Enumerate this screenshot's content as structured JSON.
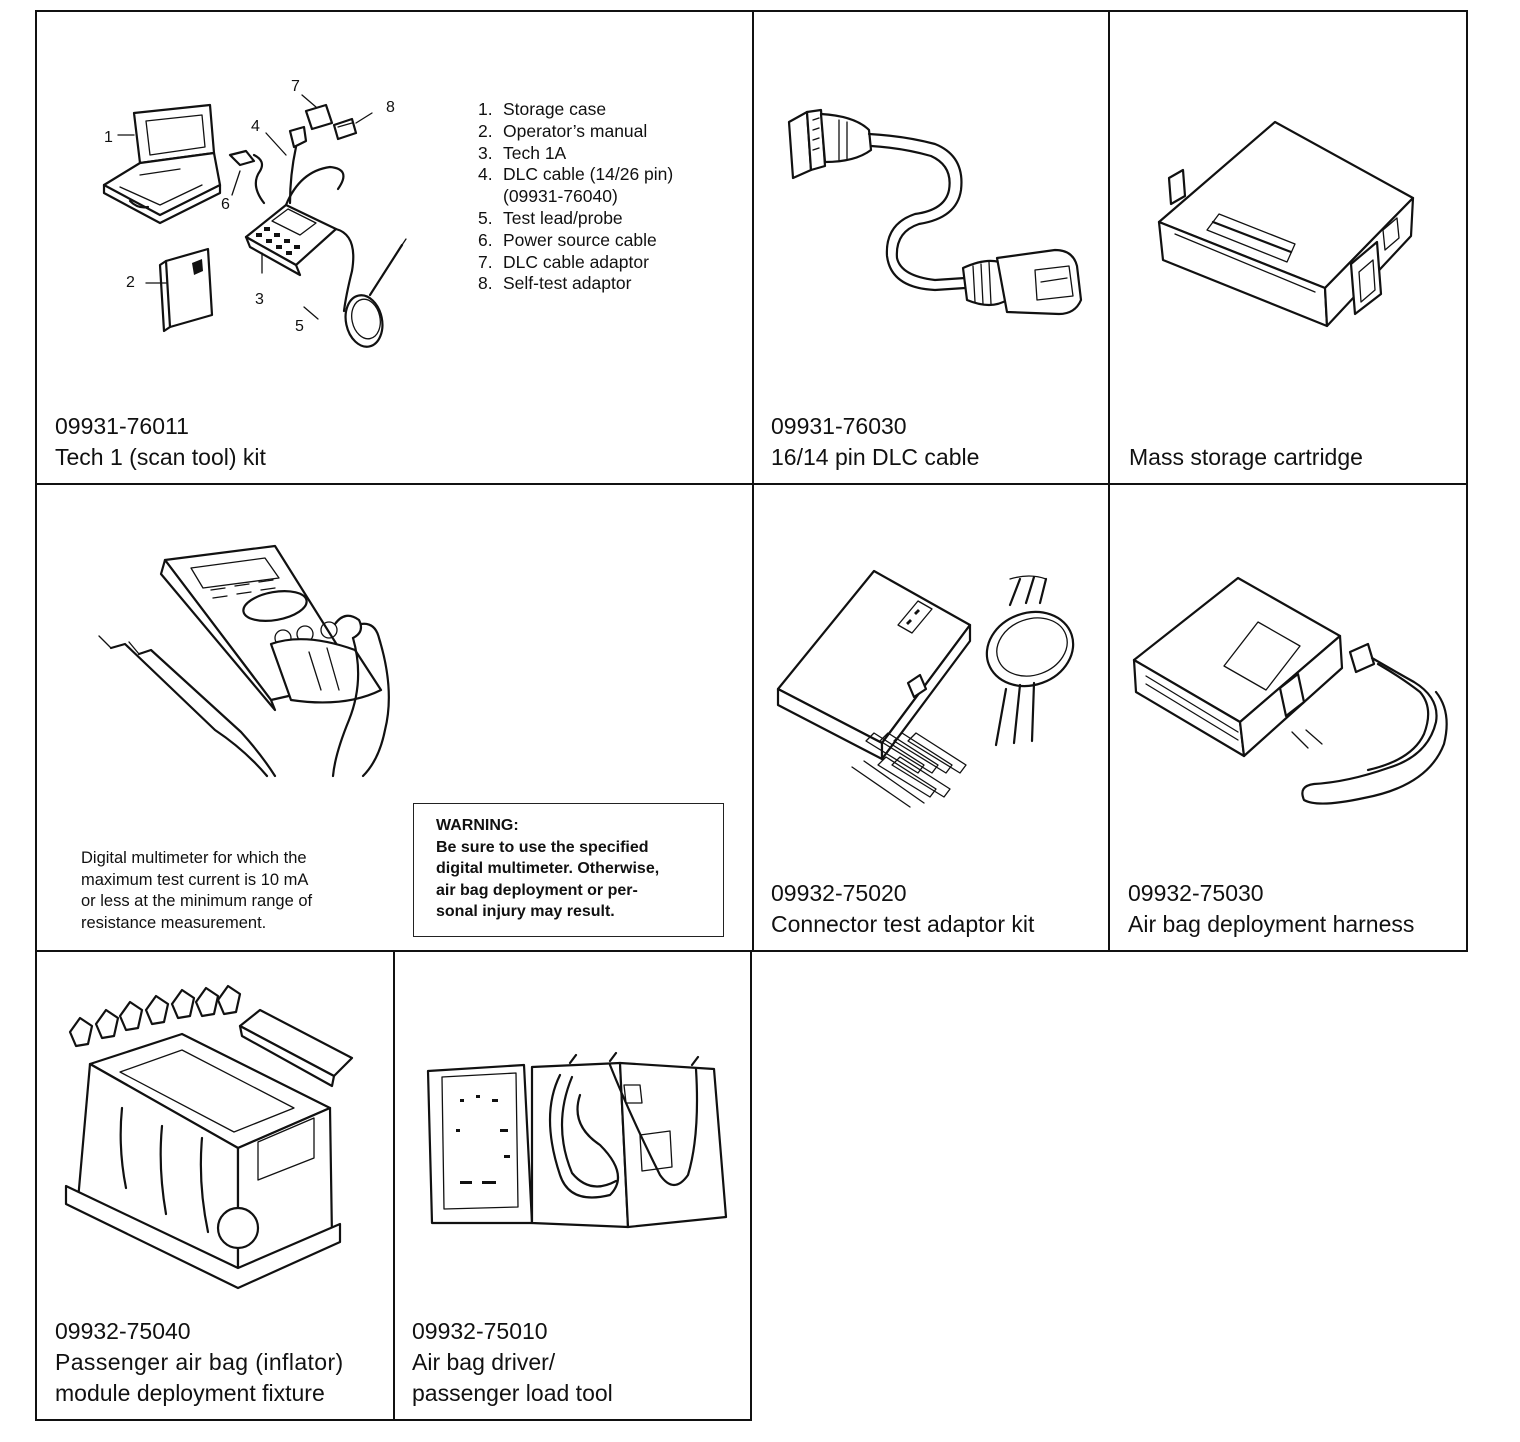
{
  "tools": [
    {
      "part_number": "09931-76011",
      "name": "Tech 1 (scan tool) kit",
      "legend": [
        {
          "num": "1.",
          "text": "Storage case"
        },
        {
          "num": "2.",
          "text": "Operator’s manual"
        },
        {
          "num": "3.",
          "text": "Tech 1A"
        },
        {
          "num": "4.",
          "text": "DLC cable (14/26 pin)"
        },
        {
          "num": "",
          "text": "(09931-76040)"
        },
        {
          "num": "5.",
          "text": "Test lead/probe"
        },
        {
          "num": "6.",
          "text": "Power source cable"
        },
        {
          "num": "7.",
          "text": "DLC cable adaptor"
        },
        {
          "num": "8.",
          "text": "Self-test adaptor"
        }
      ],
      "callouts": [
        "1",
        "2",
        "3",
        "4",
        "5",
        "6",
        "7",
        "8"
      ]
    },
    {
      "part_number": "09931-76030",
      "name": "16/14 pin DLC cable"
    },
    {
      "part_number": "",
      "name": "Mass storage cartridge"
    },
    {
      "part_number": "",
      "name": "",
      "description": [
        "Digital multimeter for which the",
        "maximum test current is 10 mA",
        "or less at the minimum range of",
        "resistance measurement."
      ],
      "warning": {
        "title": "WARNING:",
        "lines": [
          "Be sure to use the specified",
          "digital multimeter. Otherwise,",
          "air bag deployment or per-",
          "sonal injury may result."
        ]
      }
    },
    {
      "part_number": "09932-75020",
      "name": "Connector test adaptor kit"
    },
    {
      "part_number": "09932-75030",
      "name": "Air bag deployment harness"
    },
    {
      "part_number": "09932-75040",
      "name_lines": [
        "Passenger air bag (inflator)",
        "module deployment fixture"
      ]
    },
    {
      "part_number": "09932-75010",
      "name_lines": [
        "Air bag driver/",
        "passenger load tool"
      ]
    }
  ]
}
